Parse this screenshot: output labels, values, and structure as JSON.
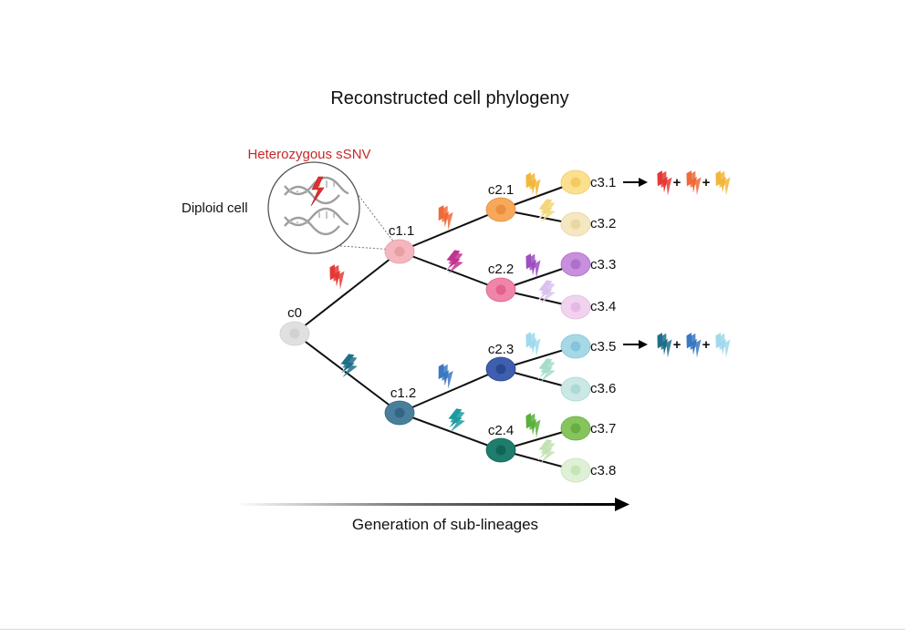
{
  "title": "Reconstructed cell phylogeny",
  "mutation_label": "Heterozygous sSNV",
  "diploid_label": "Diploid cell",
  "axis_label": "Generation of sub-lineages",
  "plus_sign": "+",
  "colors": {
    "mutation_red": "#c62828",
    "line": "#111111",
    "dna": "#9e9e9e"
  },
  "nodes": [
    {
      "id": "c0",
      "label": "c0",
      "color": "#e0e0e0",
      "nucleus": "#cfcfcf"
    },
    {
      "id": "c11",
      "label": "c1.1",
      "color": "#f4b7bd",
      "nucleus": "#e89aa2"
    },
    {
      "id": "c12",
      "label": "c1.2",
      "color": "#4a7f9c",
      "nucleus": "#2f6582"
    },
    {
      "id": "c21",
      "label": "c2.1",
      "color": "#f6a95a",
      "nucleus": "#e98c3b"
    },
    {
      "id": "c22",
      "label": "c2.2",
      "color": "#ef86a8",
      "nucleus": "#e05d89"
    },
    {
      "id": "c23",
      "label": "c2.3",
      "color": "#3f5fae",
      "nucleus": "#28468f"
    },
    {
      "id": "c24",
      "label": "c2.4",
      "color": "#1f7d6e",
      "nucleus": "#106355"
    },
    {
      "id": "c31",
      "label": "c3.1",
      "color": "#fbe08f",
      "nucleus": "#f4c95a"
    },
    {
      "id": "c32",
      "label": "c3.2",
      "color": "#f5e7c2",
      "nucleus": "#ead59c"
    },
    {
      "id": "c33",
      "label": "c3.3",
      "color": "#c78fdc",
      "nucleus": "#ad6cc9"
    },
    {
      "id": "c34",
      "label": "c3.4",
      "color": "#f1d3f0",
      "nucleus": "#e4b6e2"
    },
    {
      "id": "c35",
      "label": "c3.5",
      "color": "#a6d8e6",
      "nucleus": "#7fc3d8"
    },
    {
      "id": "c36",
      "label": "c3.6",
      "color": "#cbe8e6",
      "nucleus": "#a9d7d4"
    },
    {
      "id": "c37",
      "label": "c3.7",
      "color": "#86c45e",
      "nucleus": "#64ab3d"
    },
    {
      "id": "c38",
      "label": "c3.8",
      "color": "#dff0d6",
      "nucleus": "#c3e3b4"
    }
  ],
  "mutations": [
    {
      "color": "#e53935"
    },
    {
      "color": "#1f6f8b"
    },
    {
      "color": "#ee6a3a"
    },
    {
      "color": "#c2338f"
    },
    {
      "color": "#3a78c0"
    },
    {
      "color": "#1d9aa0"
    },
    {
      "color": "#f2b63a"
    },
    {
      "color": "#f2d67a"
    },
    {
      "color": "#9b4fc0"
    },
    {
      "color": "#d9c2ef"
    },
    {
      "color": "#9fd9ec"
    },
    {
      "color": "#a5dccc"
    },
    {
      "color": "#5ab03c"
    },
    {
      "color": "#c3e2b3"
    }
  ],
  "accumulated": [
    {
      "colors": [
        "#e53935",
        "#ee6a3a",
        "#f2b63a"
      ]
    },
    {
      "colors": [
        "#1f6f8b",
        "#3a78c0",
        "#9fd9ec"
      ]
    }
  ]
}
